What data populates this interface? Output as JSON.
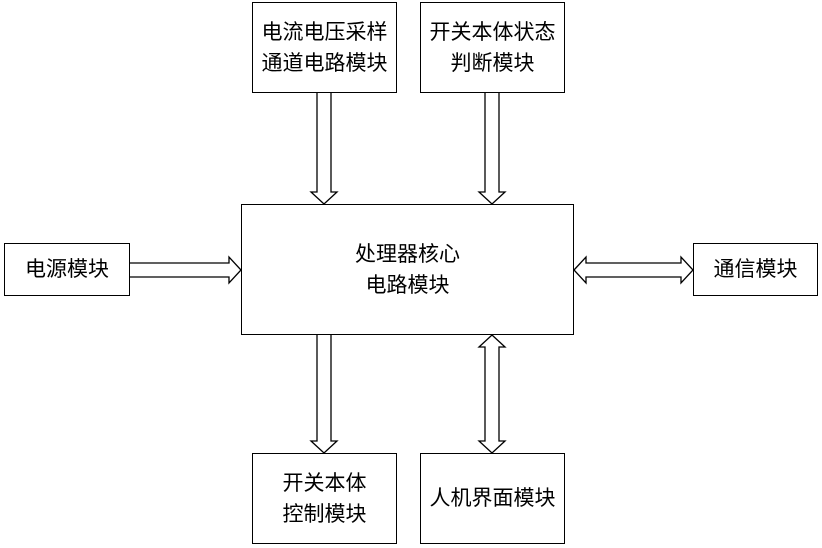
{
  "nodes": {
    "sampling": {
      "line1": "电流电压采样",
      "line2": "通道电路模块"
    },
    "state": {
      "line1": "开关本体状态",
      "line2": "判断模块"
    },
    "power": {
      "line1": "电源模块"
    },
    "core": {
      "line1": "处理器核心",
      "line2": "电路模块"
    },
    "comm": {
      "line1": "通信模块"
    },
    "control": {
      "line1": "开关本体",
      "line2": "控制模块"
    },
    "hmi": {
      "line1": "人机界面模块"
    }
  },
  "edges": [
    {
      "from": "sampling",
      "to": "core",
      "direction": "one-way"
    },
    {
      "from": "state",
      "to": "core",
      "direction": "one-way"
    },
    {
      "from": "power",
      "to": "core",
      "direction": "one-way"
    },
    {
      "from": "core",
      "to": "comm",
      "direction": "two-way"
    },
    {
      "from": "core",
      "to": "control",
      "direction": "one-way"
    },
    {
      "from": "core",
      "to": "hmi",
      "direction": "two-way"
    }
  ]
}
